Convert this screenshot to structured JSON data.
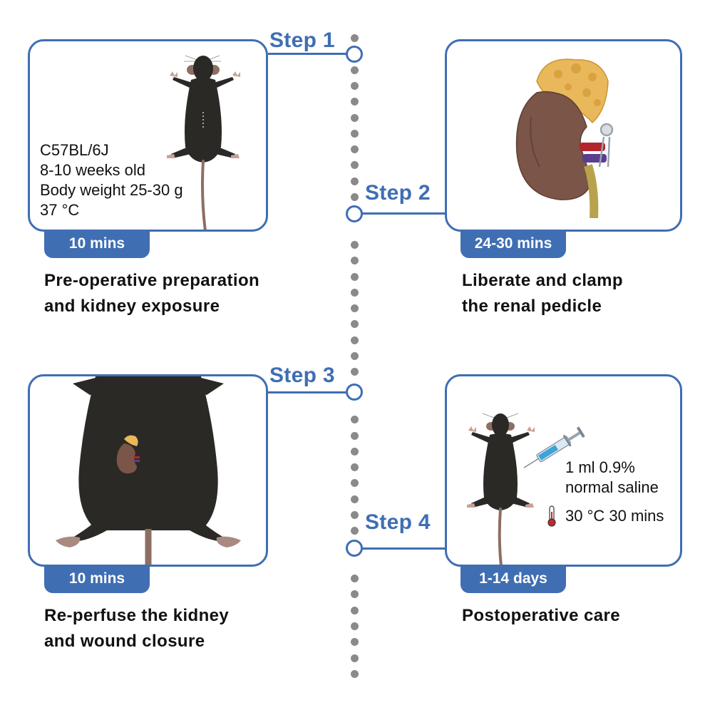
{
  "steps": [
    {
      "label": "Step 1",
      "duration": "10 mins",
      "caption": [
        "Pre-operative preparation",
        "and kidney exposure"
      ]
    },
    {
      "label": "Step 2",
      "duration": "24-30 mins",
      "caption": [
        "Liberate and clamp",
        "the renal pedicle"
      ]
    },
    {
      "label": "Step 3",
      "duration": "10 mins",
      "caption": [
        "Re-perfuse the kidney",
        "and wound closure"
      ]
    },
    {
      "label": "Step 4",
      "duration": "1-14 days",
      "caption": [
        "Postoperative care"
      ]
    }
  ],
  "mouse_info": [
    "C57BL/6J",
    "8-10 weeks old",
    "Body weight 25-30 g",
    "37 °C"
  ],
  "care_info": {
    "injection": [
      "1 ml 0.9%",
      "normal saline"
    ],
    "warming": "30 °C 30 mins"
  },
  "colors": {
    "accent": "#3f6eb3",
    "timeline_dots": "#8a8a8a",
    "mouse": "#2b2926",
    "kidney": "#7a5548",
    "fat": "#e8b85a"
  },
  "icons": [
    "mouse-prone-icon",
    "kidney-clamp-icon",
    "mouse-kidney-exposed-icon",
    "mouse-injection-icon",
    "syringe-icon",
    "thermometer-icon"
  ]
}
